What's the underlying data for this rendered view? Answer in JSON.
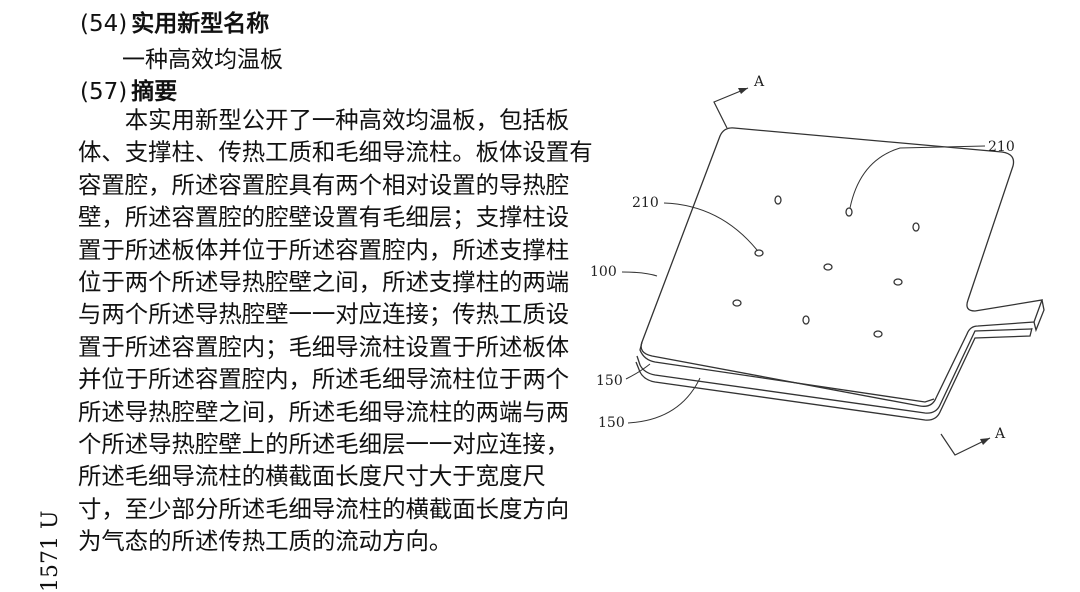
{
  "header": {
    "title_section_number": "(54)",
    "title_section_label": "实用新型名称",
    "utility_model_name": "一种高效均温板",
    "abstract_section_number": "(57)",
    "abstract_section_label": "摘要"
  },
  "abstract_lines": [
    "　　本实用新型公开了一种高效均温板，包括板",
    "体、支撑柱、传热工质和毛细导流柱。板体设置有",
    "容置腔，所述容置腔具有两个相对设置的导热腔",
    "壁，所述容置腔的腔壁设置有毛细层；支撑柱设",
    "置于所述板体并位于所述容置腔内，所述支撑柱",
    "位于两个所述导热腔壁之间，所述支撑柱的两端",
    "与两个所述导热腔壁一一对应连接；传热工质设",
    "置于所述容置腔内；毛细导流柱设置于所述板体",
    "并位于所述容置腔内，所述毛细导流柱位于两个",
    "所述导热腔壁之间，所述毛细导流柱的两端与两",
    "个所述导热腔壁上的所述毛细层一一对应连接，",
    "所述毛细导流柱的横截面长度尺寸大于宽度尺",
    "寸，至少部分所述毛细导流柱的横截面长度方向",
    "为气态的所述传热工质的流动方向。"
  ],
  "side_number": "1571 U",
  "figure": {
    "section_label_top": "A",
    "section_label_bottom": "A",
    "label_210_right": "210",
    "label_210_left": "210",
    "label_100": "100",
    "label_150_upper": "150",
    "label_150_lower": "150"
  }
}
